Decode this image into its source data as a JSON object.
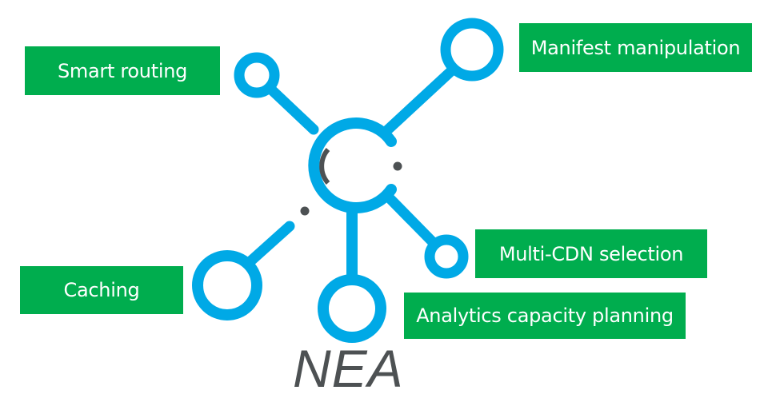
{
  "title": "NEA",
  "colors": {
    "node_blue": "#00A9E6",
    "label_green": "#00AD4E",
    "accent_gray": "#4D5153",
    "label_text": "#FFFFFF"
  },
  "logo": {
    "text": "NEA",
    "icon": "network-hub-icon"
  },
  "labels": [
    {
      "id": "smart-routing",
      "text": "Smart routing"
    },
    {
      "id": "manifest-manipulation",
      "text": "Manifest manipulation"
    },
    {
      "id": "multi-cdn-selection",
      "text": "Multi-CDN selection"
    },
    {
      "id": "analytics-capacity-planning",
      "text": "Analytics capacity planning"
    },
    {
      "id": "caching",
      "text": "Caching"
    }
  ]
}
